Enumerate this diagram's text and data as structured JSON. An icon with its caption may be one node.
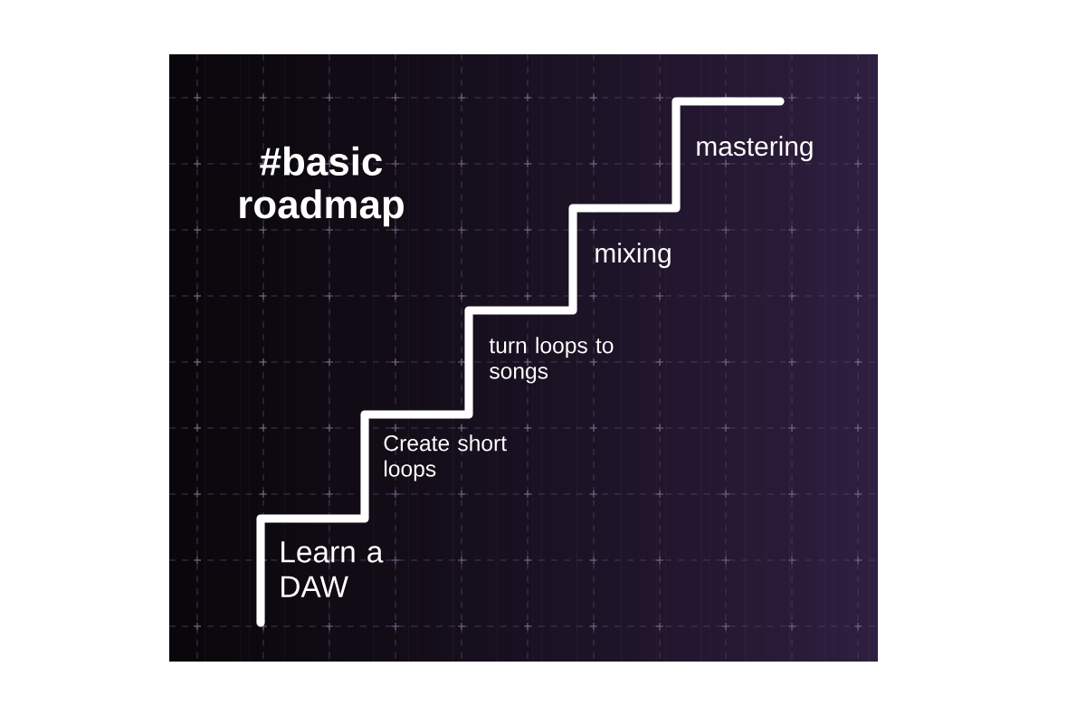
{
  "diagram": {
    "title": "#basic roadmap",
    "labels": [
      "Learn a DAW",
      "Create short loops",
      "turn loops to songs",
      "mixing",
      "mastering"
    ]
  }
}
